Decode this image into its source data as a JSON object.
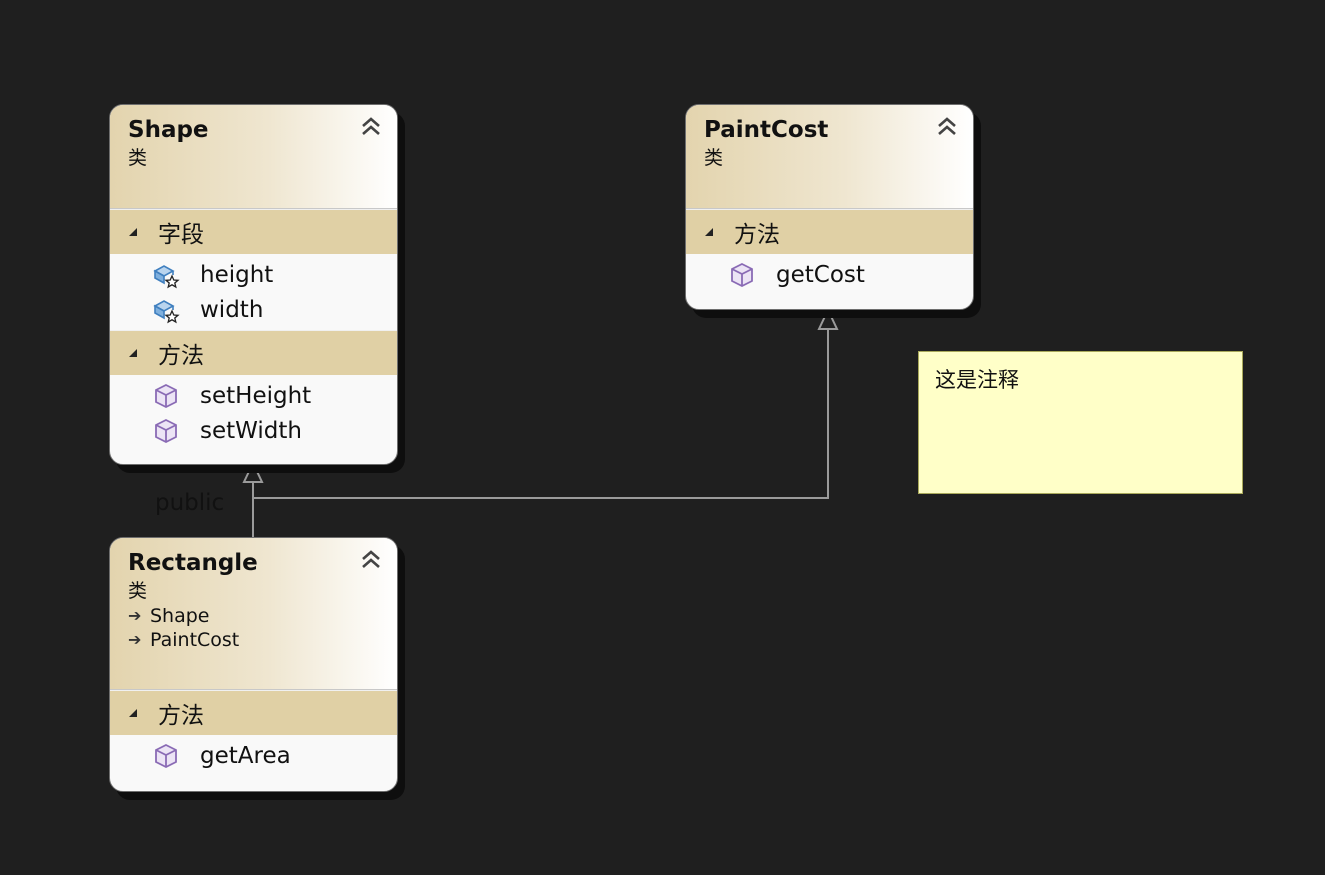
{
  "colors": {
    "background": "#1f1f1f",
    "header_gradient_start": "#e3d4ae",
    "section_header": "#e0d0a5",
    "note_fill": "#ffffc8",
    "connector": "#9a9a9a",
    "method_icon": "#8a6bb5",
    "field_icon": "#3f7fbf"
  },
  "classes": {
    "shape": {
      "name": "Shape",
      "kind": "类",
      "fields_title": "字段",
      "fields": [
        "height",
        "width"
      ],
      "methods_title": "方法",
      "methods": [
        "setHeight",
        "setWidth"
      ]
    },
    "paintcost": {
      "name": "PaintCost",
      "kind": "类",
      "methods_title": "方法",
      "methods": [
        "getCost"
      ]
    },
    "rectangle": {
      "name": "Rectangle",
      "kind": "类",
      "bases": [
        "Shape",
        "PaintCost"
      ],
      "methods_title": "方法",
      "methods": [
        "getArea"
      ]
    }
  },
  "connector_label": "public",
  "note": {
    "text": "这是注释"
  },
  "icons": {
    "collapse": "double-chevron-up-icon",
    "field": "field-icon",
    "method": "method-cube-icon",
    "base": "inheritance-arrow-icon",
    "section": "expanded-triangle-icon"
  }
}
